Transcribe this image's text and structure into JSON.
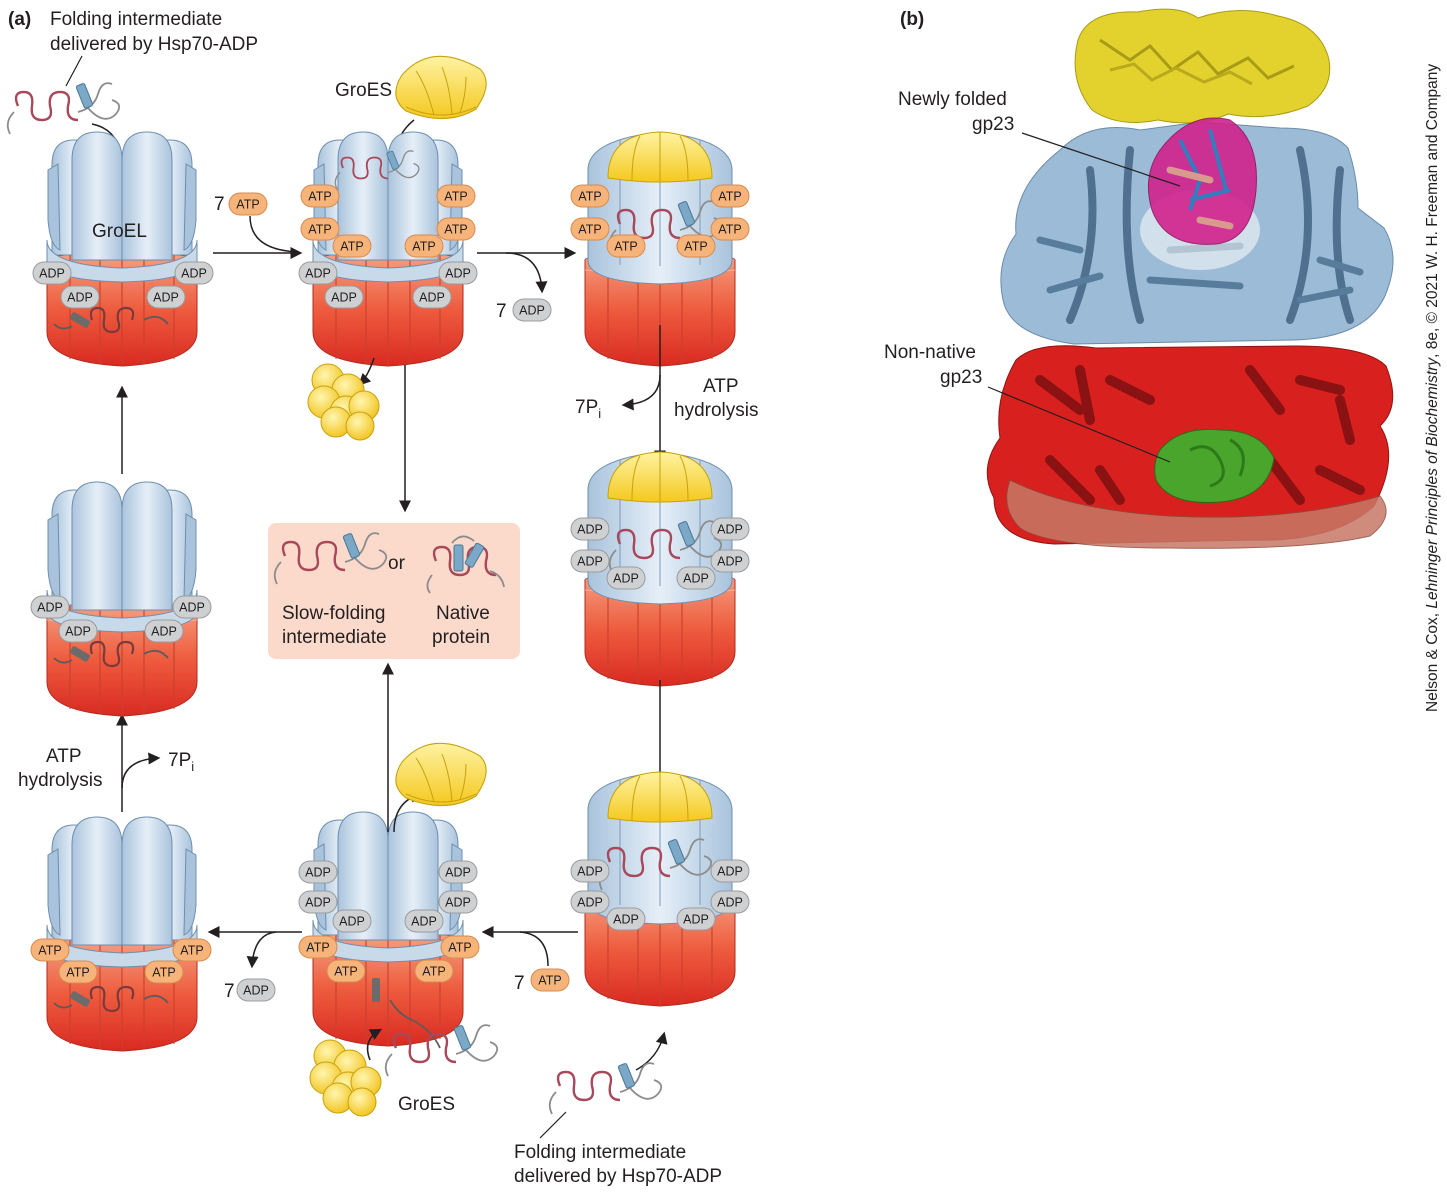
{
  "panels": {
    "a": "(a)",
    "b": "(b)"
  },
  "labels": {
    "fi_top_1": "Folding intermediate",
    "fi_top_2": "delivered by Hsp70-ADP",
    "groel": "GroEL",
    "groes_top": "GroES",
    "groes_bottom": "GroES",
    "atp_hyd_right_1": "ATP",
    "atp_hyd_right_2": "hydrolysis",
    "atp_hyd_left_1": "ATP",
    "atp_hyd_left_2": "hydrolysis",
    "slow_1": "Slow-folding",
    "slow_2": "intermediate",
    "native_1": "Native",
    "native_2": "protein",
    "or": "or",
    "fi_bottom_1": "Folding intermediate",
    "fi_bottom_2": "delivered by Hsp70-ADP",
    "newly_1": "Newly folded",
    "newly_2": "gp23",
    "nonnative_1": "Non-native",
    "nonnative_2": "gp23"
  },
  "quantities": {
    "seven_atp_1": "7",
    "seven_adp_1": "7",
    "seven_pi_1": "7P",
    "seven_pi_2": "7P",
    "seven_adp_2": "7",
    "seven_atp_2": "7",
    "pi_sub": "i"
  },
  "pills": {
    "atp": "ATP",
    "adp": "ADP"
  },
  "credit": {
    "pre": "Nelson & Cox, ",
    "book": "Lehninger Principles of Biochemistry",
    "post": ", 8e, © 2021 W. H. Freeman and Company"
  },
  "colors": {
    "groel_top_ring": "#c5d8ea",
    "groel_bottom_ring": "#ec5a3c",
    "groes": "#f6d22c",
    "atp_pill": "#f7b47a",
    "adp_pill": "#cfd0d2",
    "outcome_box": "#fbd9cb",
    "em_yellow": "#d9c92a",
    "em_blue": "#8fb1cf",
    "em_red": "#d8201e",
    "em_magenta": "#d1228c",
    "em_green": "#4aa52c"
  },
  "icons": [
    "groel-complex-icon",
    "groes-cap-icon",
    "folding-intermediate-icon",
    "native-protein-icon",
    "cryo-em-structure-icon"
  ]
}
